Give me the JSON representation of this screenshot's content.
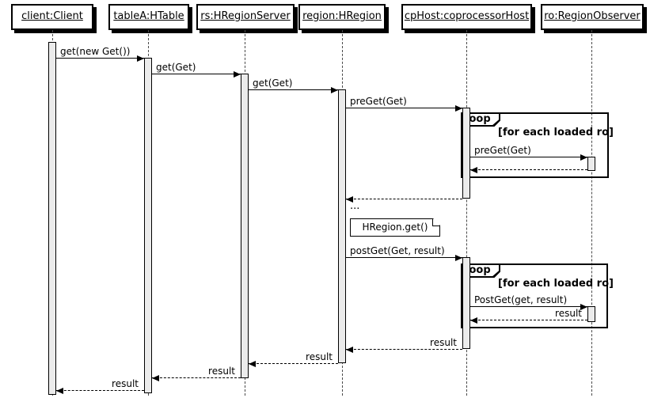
{
  "colors": {
    "background": "#ffffff",
    "line": "#000000",
    "activation_fill": "#ebebeb"
  },
  "diagram": {
    "type": "uml-sequence",
    "participants": [
      {
        "id": "client",
        "label": "client:Client"
      },
      {
        "id": "tableA",
        "label": "tableA:HTable"
      },
      {
        "id": "rs",
        "label": "rs:HRegionServer"
      },
      {
        "id": "region",
        "label": "region:HRegion"
      },
      {
        "id": "cpHost",
        "label": "cpHost:coprocessorHost"
      },
      {
        "id": "ro",
        "label": "ro:RegionObserver"
      }
    ],
    "messages": [
      {
        "from": "client",
        "to": "tableA",
        "label": "get(new Get())",
        "type": "sync"
      },
      {
        "from": "tableA",
        "to": "rs",
        "label": "get(Get)",
        "type": "sync"
      },
      {
        "from": "rs",
        "to": "region",
        "label": "get(Get)",
        "type": "sync"
      },
      {
        "from": "region",
        "to": "cpHost",
        "label": "preGet(Get)",
        "type": "sync"
      },
      {
        "from": "cpHost",
        "to": "ro",
        "label": "preGet(Get)",
        "type": "sync",
        "fragment": "loop-1"
      },
      {
        "from": "ro",
        "to": "cpHost",
        "label": "",
        "type": "return",
        "fragment": "loop-1"
      },
      {
        "from": "cpHost",
        "to": "region",
        "label": "",
        "type": "return"
      },
      {
        "from": "region",
        "to": "cpHost",
        "label": "postGet(Get, result)",
        "type": "sync"
      },
      {
        "from": "cpHost",
        "to": "ro",
        "label": "PostGet(get, result)",
        "type": "sync",
        "fragment": "loop-2"
      },
      {
        "from": "ro",
        "to": "cpHost",
        "label": "result",
        "type": "return",
        "fragment": "loop-2"
      },
      {
        "from": "cpHost",
        "to": "region",
        "label": "result",
        "type": "return"
      },
      {
        "from": "region",
        "to": "rs",
        "label": "result",
        "type": "return"
      },
      {
        "from": "rs",
        "to": "tableA",
        "label": "result",
        "type": "return"
      },
      {
        "from": "tableA",
        "to": "client",
        "label": "result",
        "type": "return"
      }
    ],
    "fragments": [
      {
        "id": "loop-1",
        "keyword": "loop",
        "condition": "[for each loaded ro]"
      },
      {
        "id": "loop-2",
        "keyword": "loop",
        "condition": "[for each loaded ro]"
      }
    ],
    "note": {
      "text": "HRegion.get()",
      "anchor": "region"
    },
    "ellipsis": "..."
  }
}
